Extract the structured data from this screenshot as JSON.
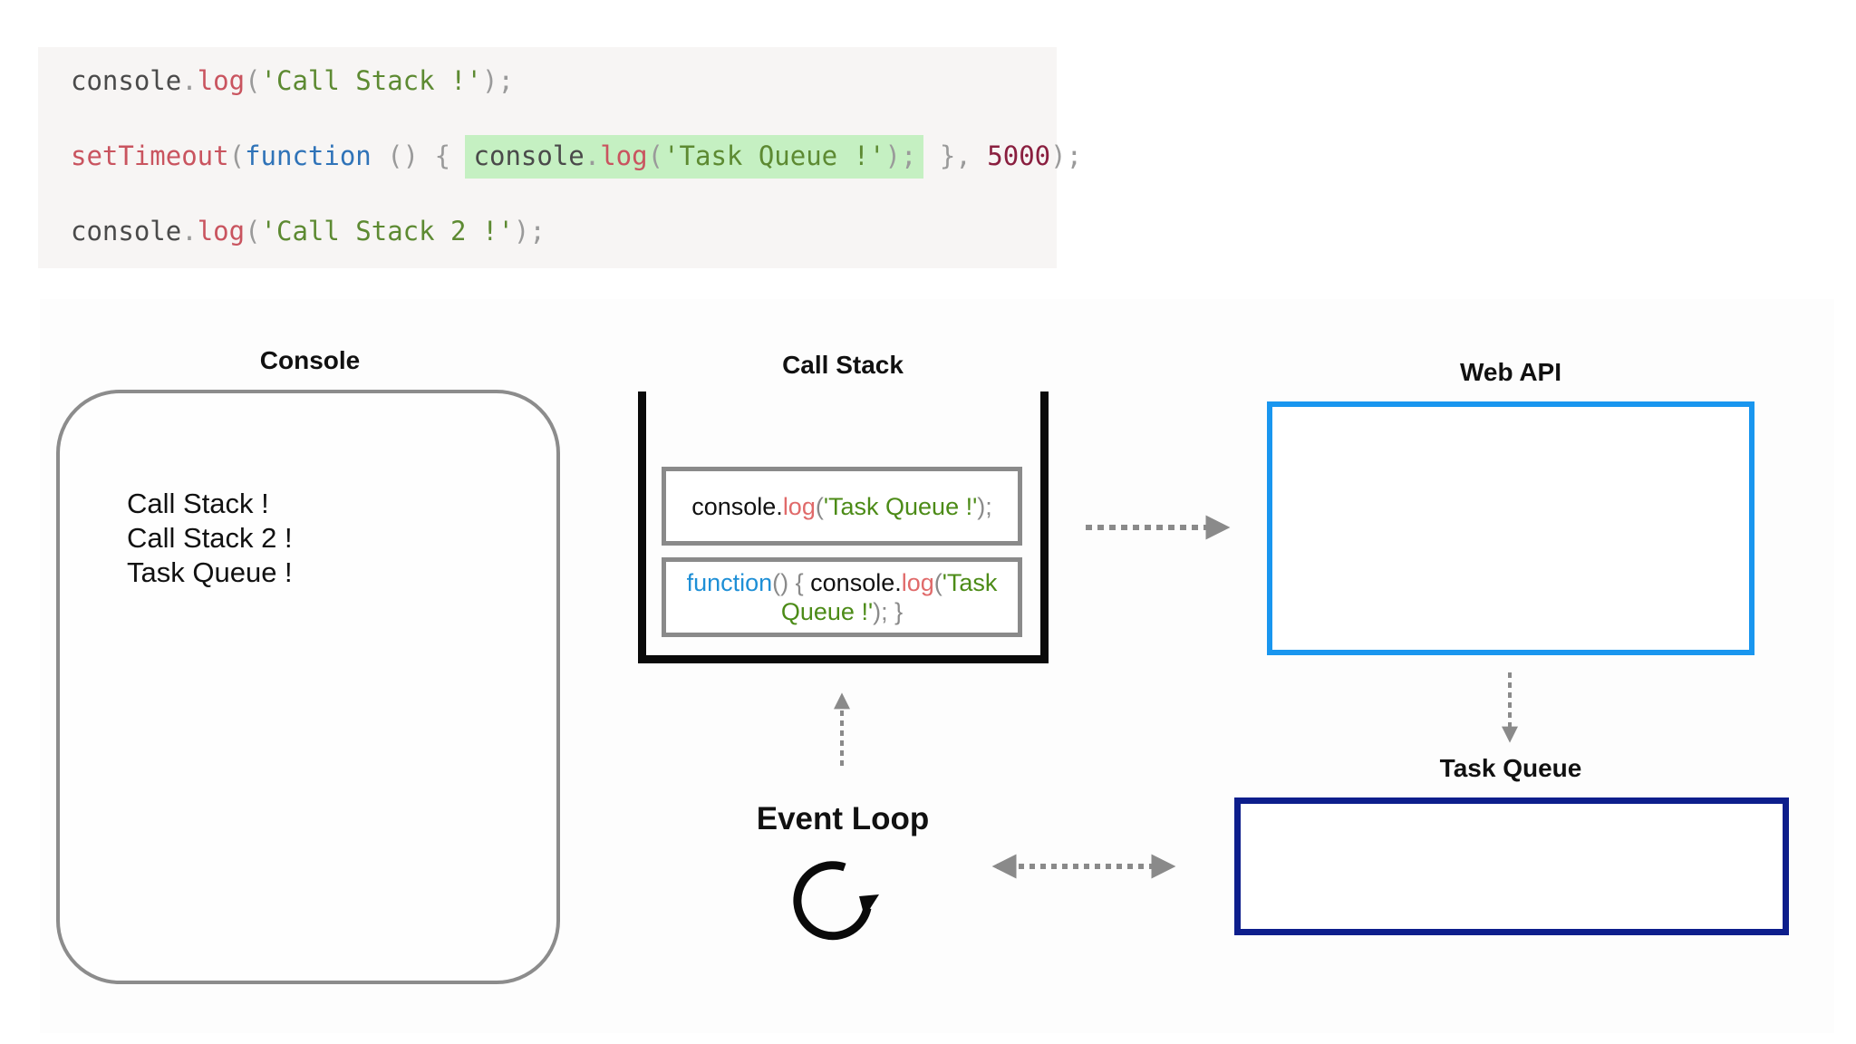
{
  "code": {
    "line1": {
      "obj": "console",
      "dot": ".",
      "method": "log",
      "open": "(",
      "str": "'Call Stack !'",
      "close": ");"
    },
    "line2": {
      "fn": "setTimeout",
      "open": "(",
      "kw": "function",
      "sig": " () { ",
      "hl_obj": "console",
      "hl_dot": ".",
      "hl_method": "log",
      "hl_open": "(",
      "hl_str": "'Task Queue !'",
      "hl_close": ");",
      "after": " }, ",
      "delay": "5000",
      "end": ");"
    },
    "line3": {
      "obj": "console",
      "dot": ".",
      "method": "log",
      "open": "(",
      "str": "'Call Stack 2 !'",
      "close": ");"
    }
  },
  "console": {
    "title": "Console",
    "output": [
      "Call Stack !",
      "Call Stack 2 !",
      "Task Queue !"
    ]
  },
  "call_stack": {
    "title": "Call Stack",
    "frame_top": {
      "obj": "console.",
      "method": "log",
      "open": "(",
      "str": "'Task Queue !'",
      "close": ");"
    },
    "frame_bottom": {
      "kw": "function",
      "sig": "() { ",
      "obj": "console.",
      "method": "log",
      "open": "(",
      "str1": "'Task",
      "str2": "Queue !'",
      "close": "); }"
    }
  },
  "web_api": {
    "title": "Web API"
  },
  "task_queue": {
    "title": "Task Queue"
  },
  "event_loop": {
    "title": "Event Loop"
  },
  "colors": {
    "web_api_border": "#1996ef",
    "task_queue_border": "#0d1e8c",
    "console_border": "#8c8c8c",
    "code_highlight": "#c5f0c2"
  },
  "icons": {
    "event_loop": "circular-refresh-arrow-icon"
  }
}
